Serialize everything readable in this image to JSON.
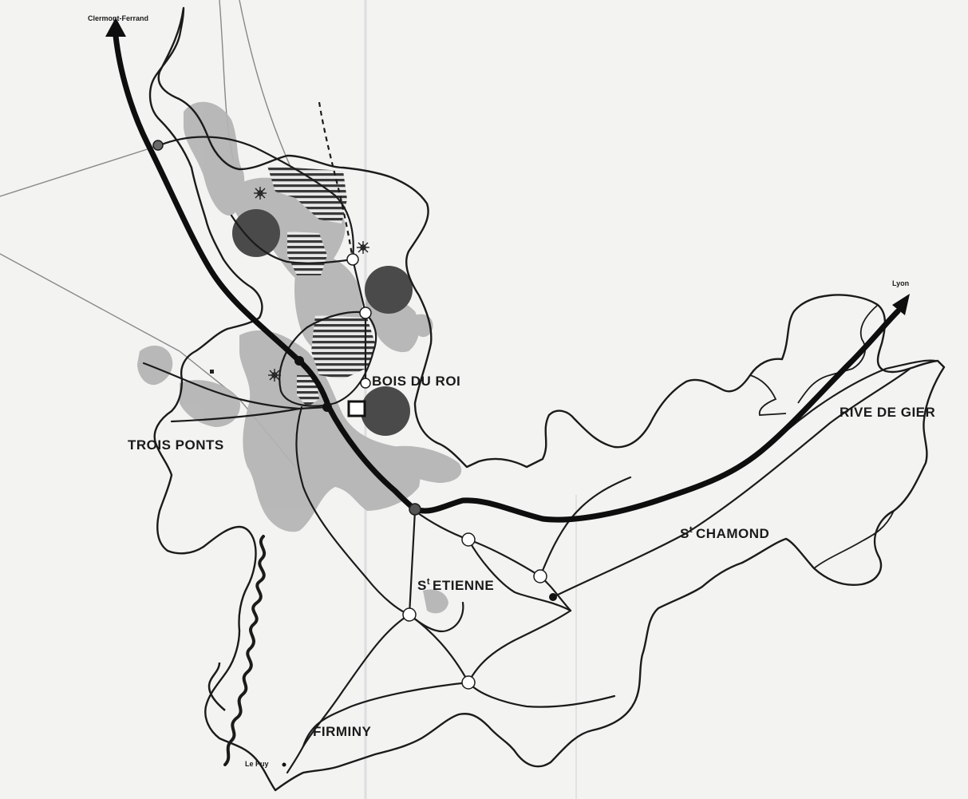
{
  "labels": {
    "clermont": "Clermont-Ferrand",
    "lyon": "Lyon",
    "le_puy": "Le Puy",
    "bois_du_roi": "BOIS DU ROI",
    "rive_de_gier": "RIVE DE GIER",
    "trois_ponts": "TROIS PONTS",
    "st_chamond_prefix": "S",
    "st_chamond_sup": "t",
    "st_chamond_name": "CHAMOND",
    "st_etienne_prefix": "S",
    "st_etienne_sup": "t",
    "st_etienne_name": "ETIENNE",
    "firminy": "FIRMINY"
  },
  "colors": {
    "background": "#f3f3f1",
    "boundary": "#1b1b1b",
    "motorway": "#0e0e0e",
    "urban_area": "#b4b4b4",
    "new_town_disc": "#4a4a4a",
    "thin_road": "#888888"
  },
  "icons": {
    "arrow_north": "arrow-up-icon",
    "arrow_east": "arrow-up-right-icon",
    "sun_symbol": "star-icon",
    "interchange": "circle-icon"
  }
}
